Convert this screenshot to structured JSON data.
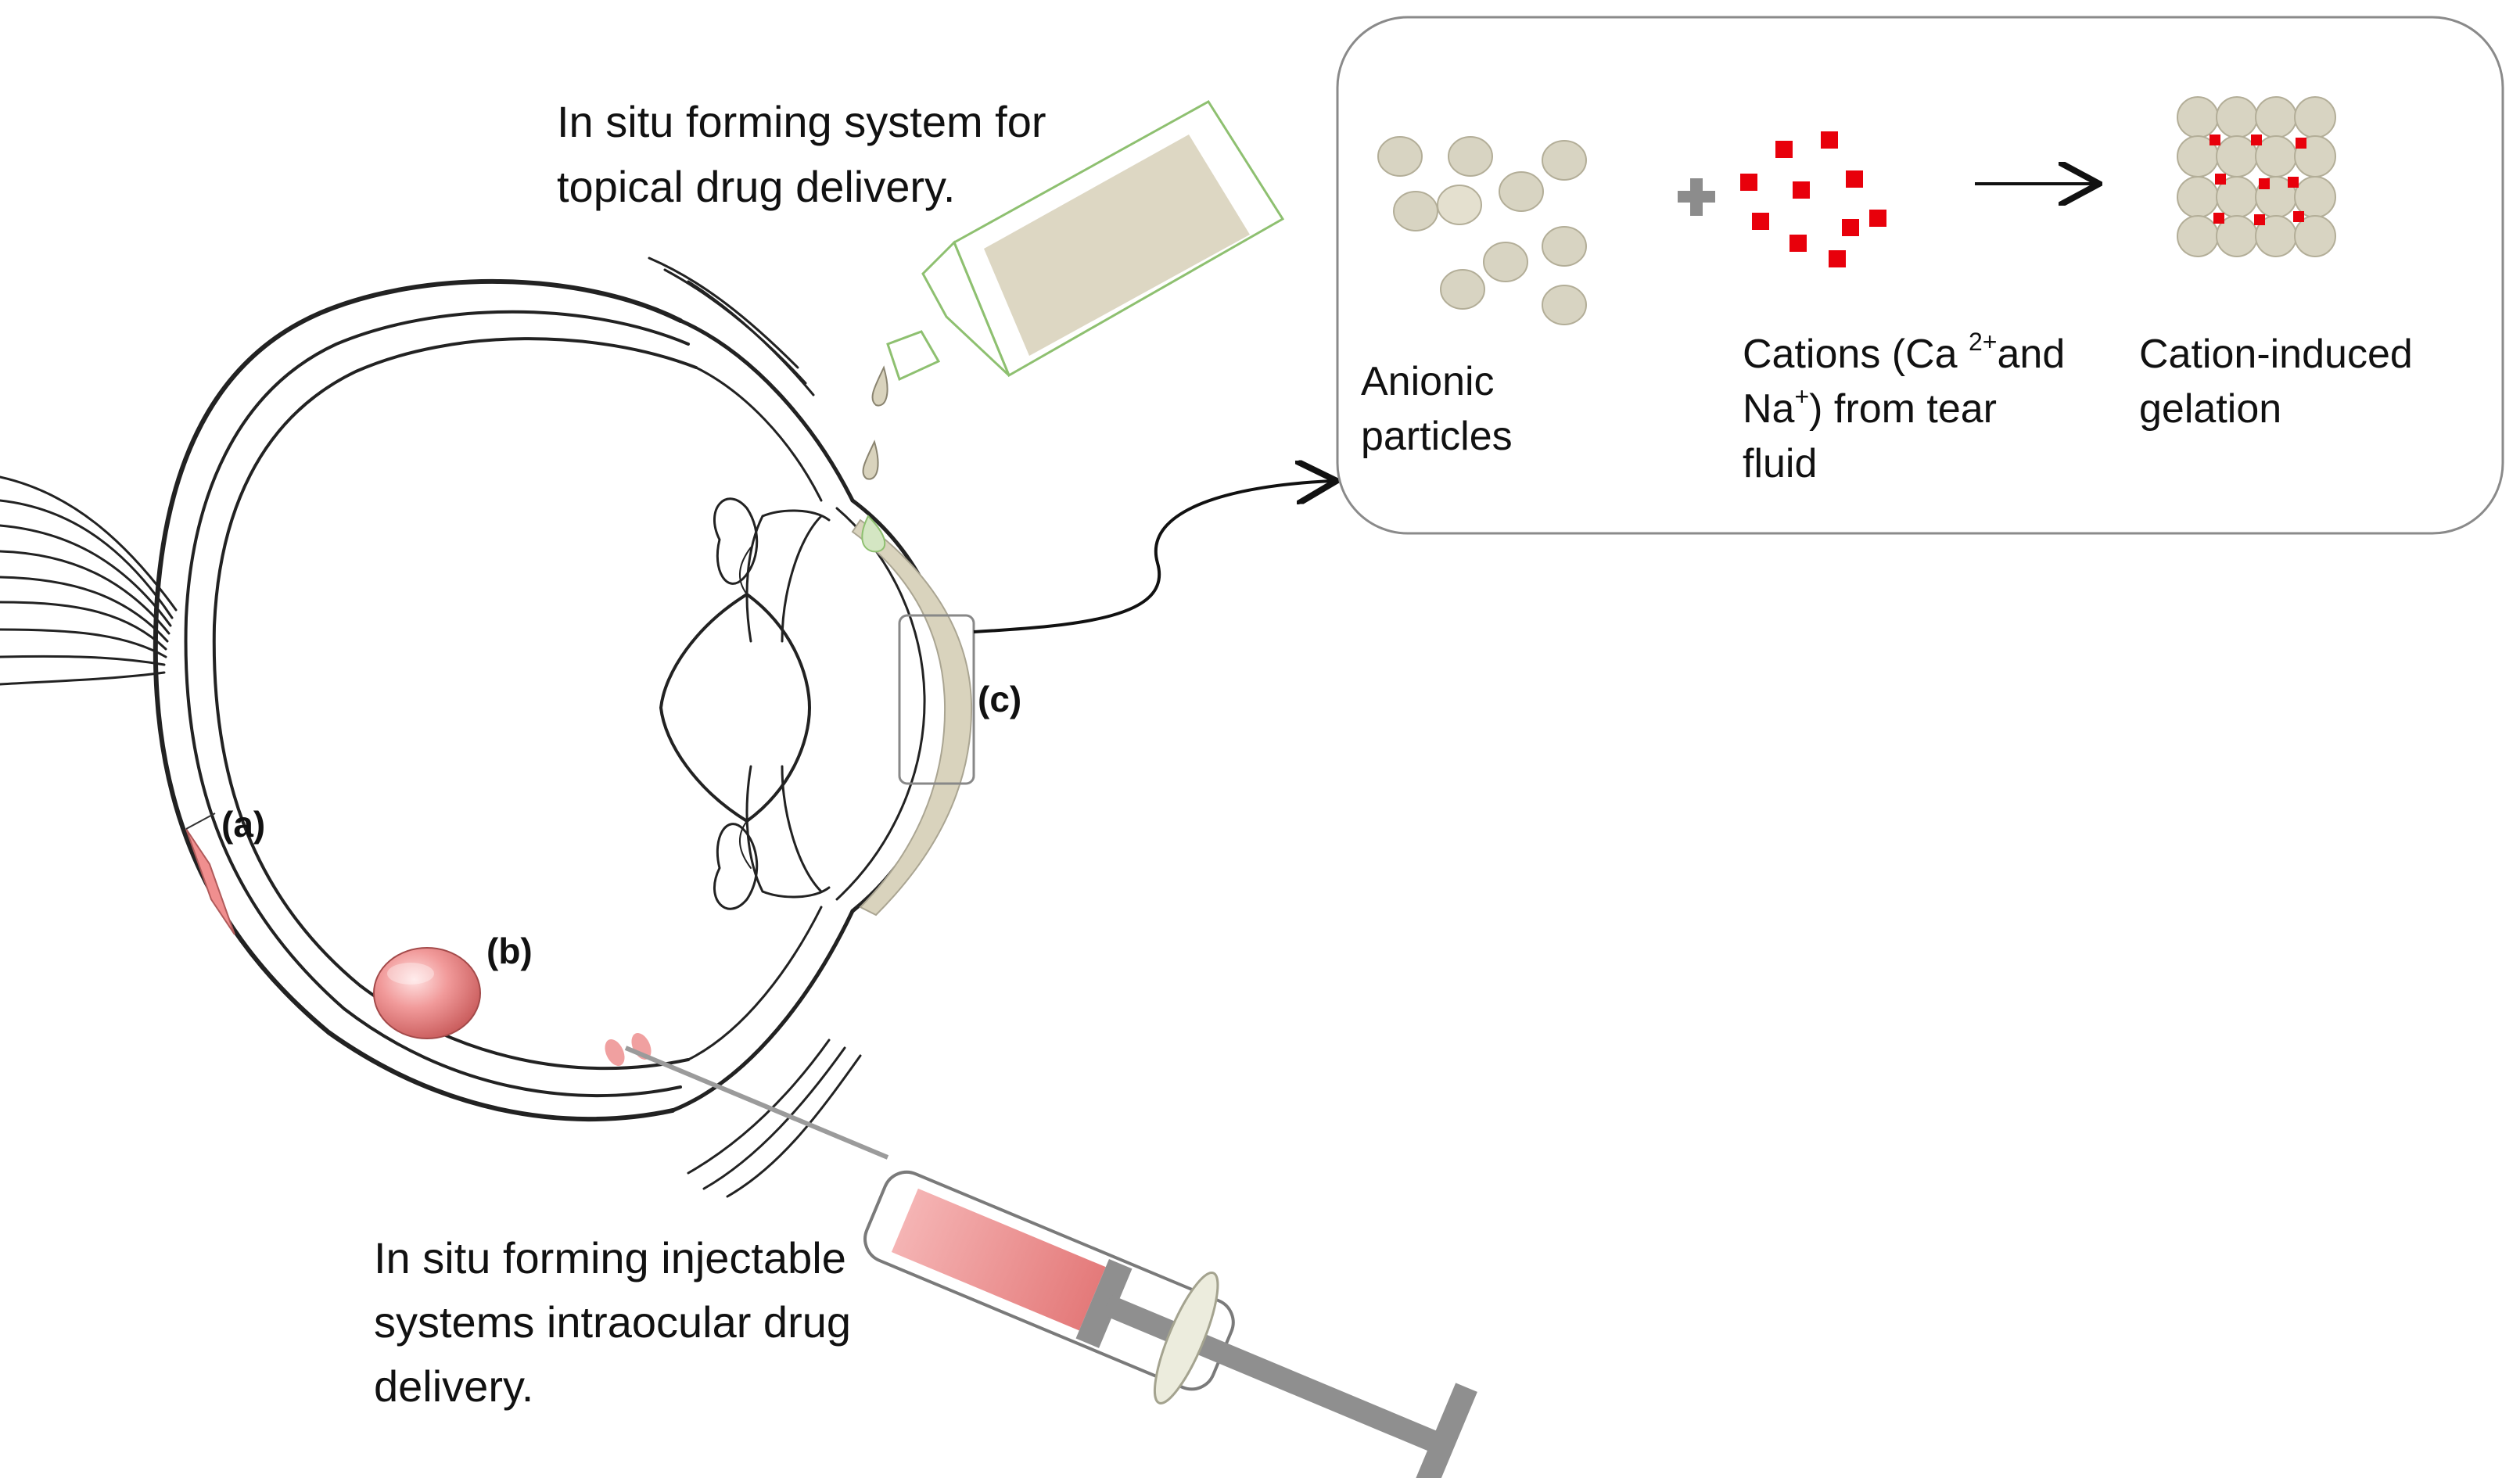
{
  "topical": {
    "line1": "In situ forming  system for",
    "line2": "topical drug delivery."
  },
  "injectable": {
    "line1": "In situ forming injectable",
    "line2": "systems intraocular drug",
    "line3": "delivery."
  },
  "markers": {
    "a": "(a)",
    "b": "(b)",
    "c": "(c)"
  },
  "inset": {
    "anionic_line1": "Anionic",
    "anionic_line2": "particles",
    "cations_line1_pre": "Cations (Ca ",
    "cations_sup": "2+",
    "cations_line1_post": "and",
    "cations_line2_pre": "Na",
    "cations_line2_sup": "+",
    "cations_line2_post": ") from tear",
    "cations_line3": "fluid",
    "gel_line1": "Cation-induced",
    "gel_line2": "gelation"
  },
  "colors": {
    "particle": "#d8d4c2",
    "cation": "#e8000b",
    "implant": "#f08f8f",
    "bottle_outline": "#8ec070",
    "bottle_fill": "#d9d3bd"
  }
}
